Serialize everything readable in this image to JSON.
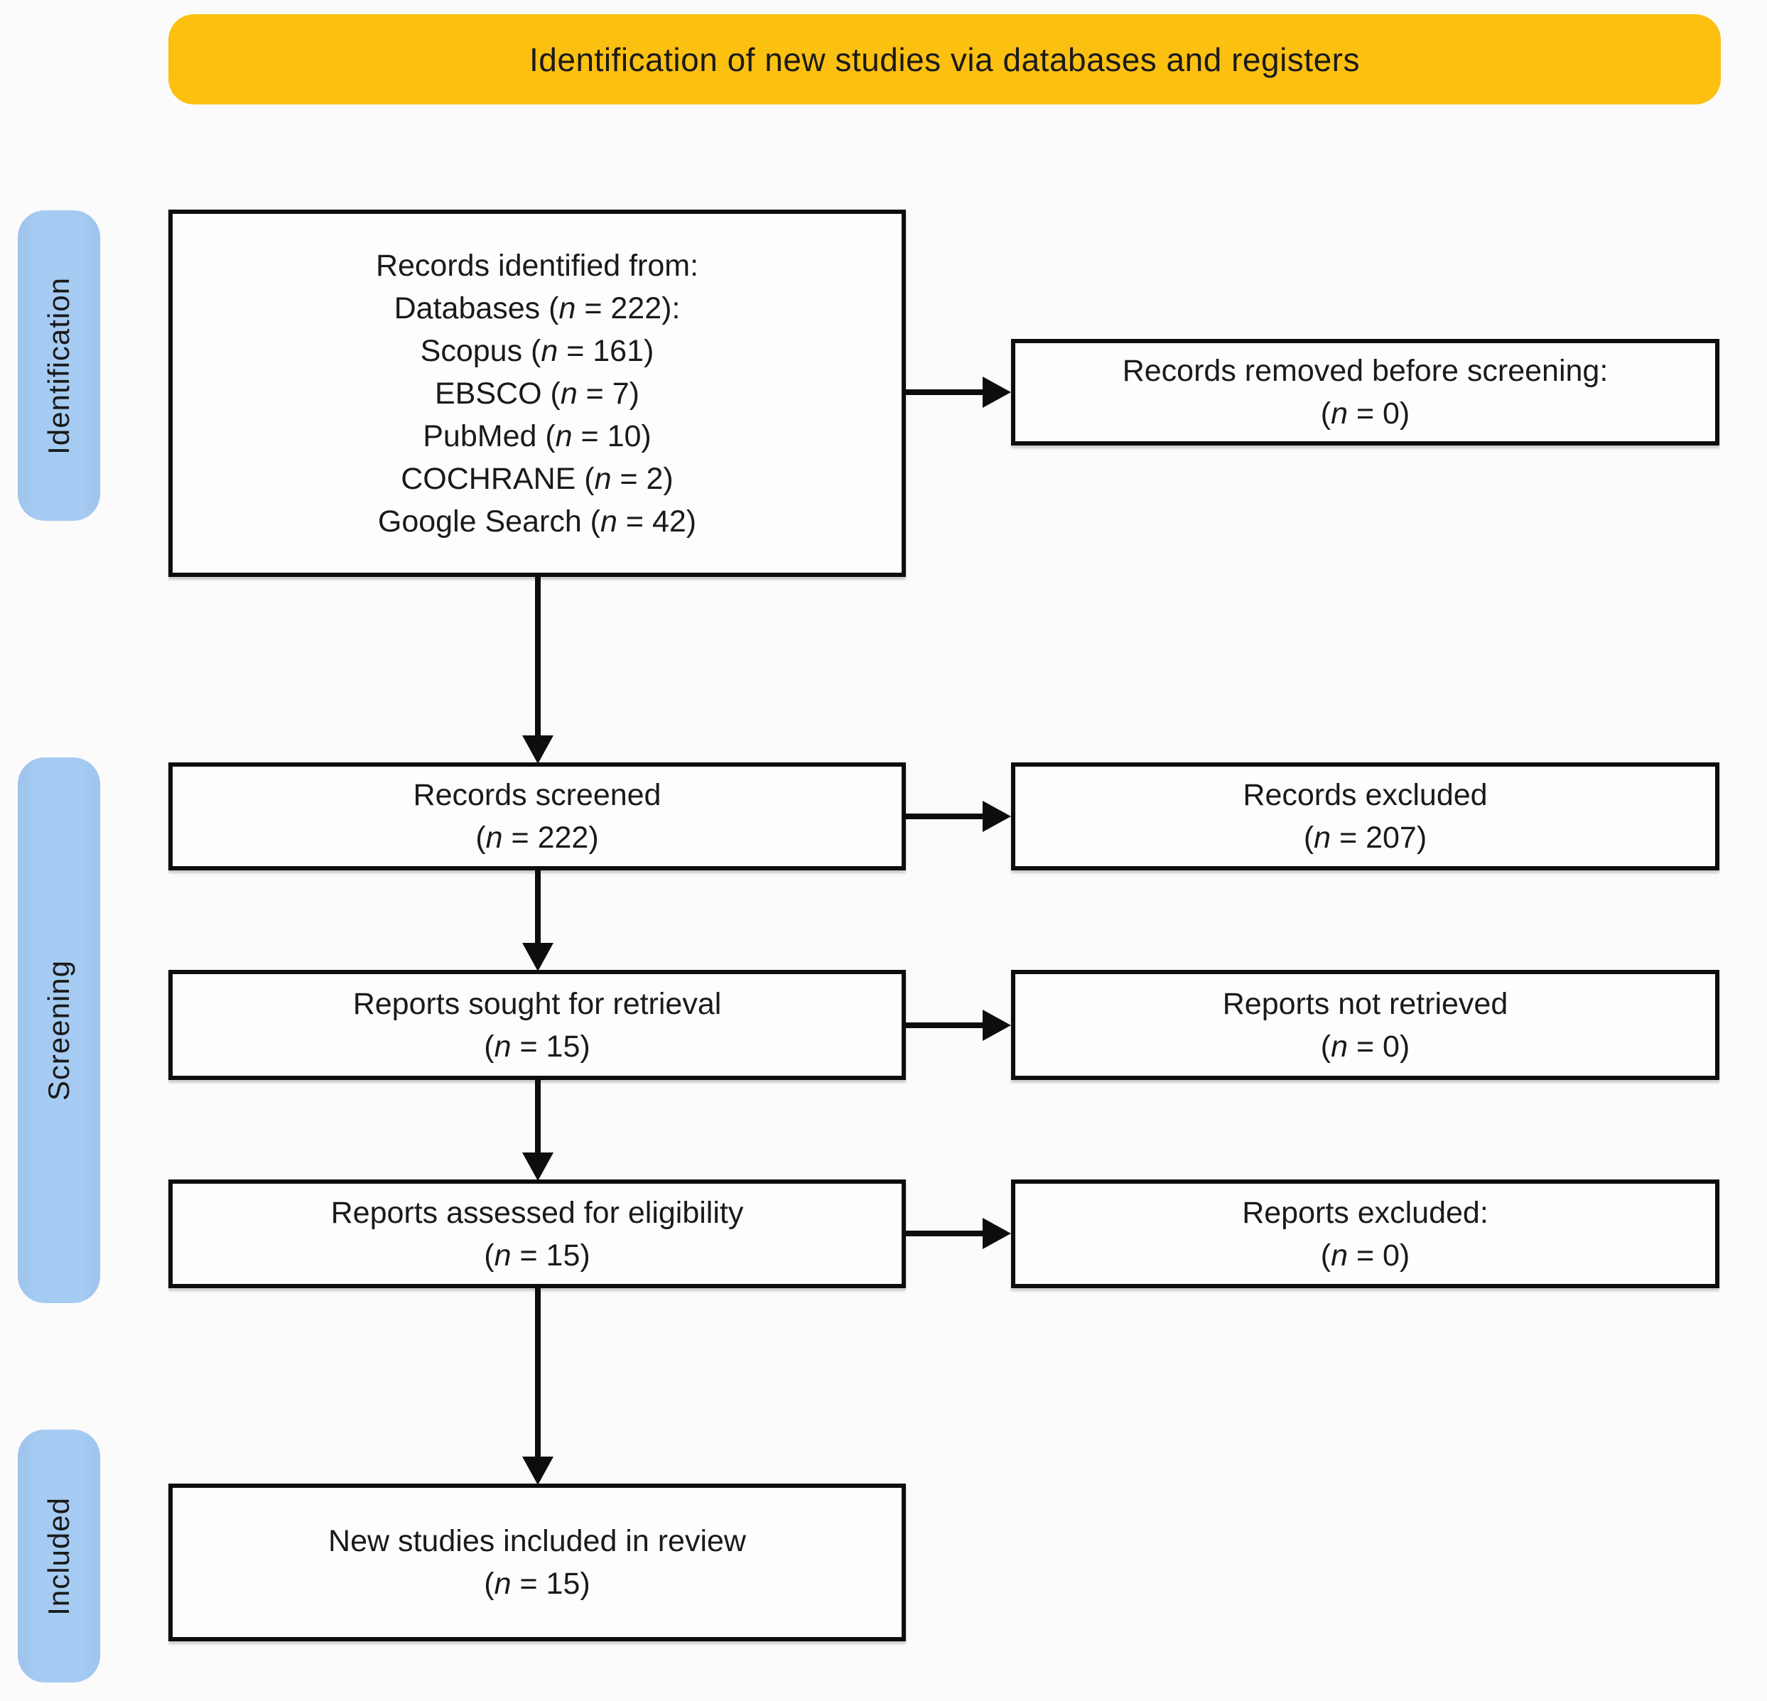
{
  "banner": {
    "label": "Identification of new studies via databases and registers"
  },
  "colors": {
    "banner_bg": "#fcc011",
    "stage_bg": "#a6cbf2",
    "box_border": "#0d0d0d",
    "text": "#1a1a1a"
  },
  "stages": {
    "identification": {
      "label": "Identification"
    },
    "screening": {
      "label": "Screening"
    },
    "included": {
      "label": "Included"
    }
  },
  "flow_boxes": {
    "identified": {
      "lines": [
        "Records identified from:",
        "Databases (n = 222):",
        "Scopus (n = 161)",
        "EBSCO (n = 7)",
        "PubMed (n = 10)",
        "COCHRANE (n = 2)",
        "Google Search (n = 42)"
      ]
    },
    "removed": {
      "lines": [
        "Records removed before screening:",
        "(n = 0)"
      ]
    },
    "screened": {
      "lines": [
        "Records screened",
        "(n = 222)"
      ]
    },
    "excluded": {
      "lines": [
        "Records excluded",
        "(n = 207)"
      ]
    },
    "sought": {
      "lines": [
        "Reports sought for retrieval",
        "(n = 15)"
      ]
    },
    "not_retrieved": {
      "lines": [
        "Reports not retrieved",
        "(n = 0)"
      ]
    },
    "assessed": {
      "lines": [
        "Reports assessed for eligibility",
        "(n = 15)"
      ]
    },
    "reports_excluded": {
      "lines": [
        "Reports excluded:",
        "(n = 0)"
      ]
    },
    "included_review": {
      "lines": [
        "New studies included in review",
        "(n = 15)"
      ]
    }
  }
}
